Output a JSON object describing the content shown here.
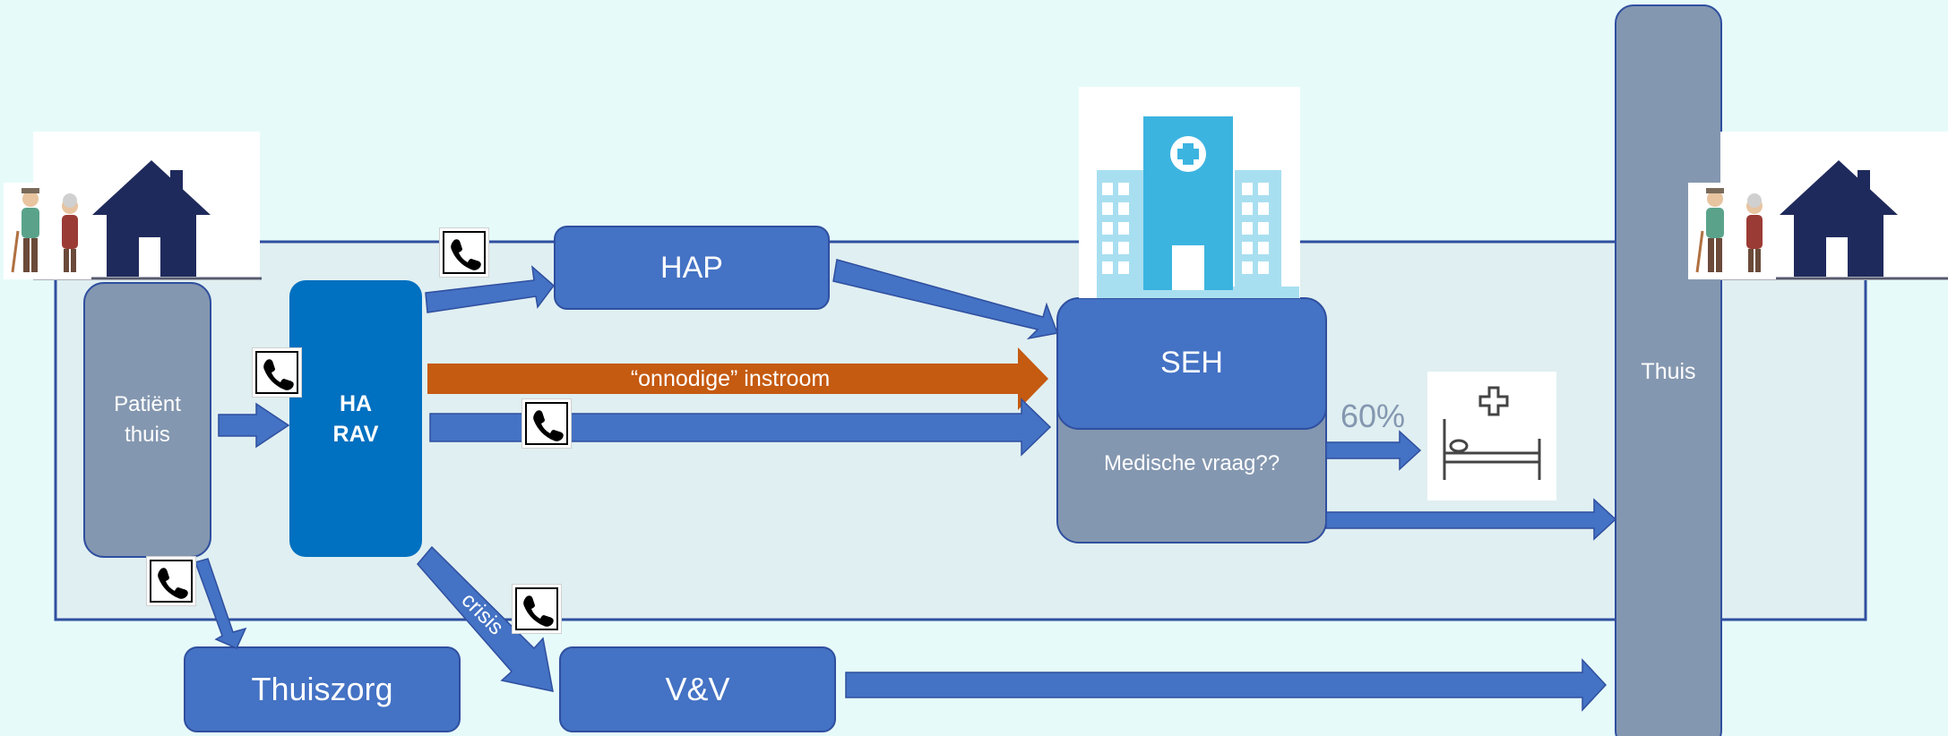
{
  "colors": {
    "background": "#e6fbf9",
    "region_fill": "#e0eff1",
    "region_border": "#2f4f9f",
    "box_blue": "#4472c4",
    "box_dark_blue": "#0070c0",
    "box_gray": "#8497b0",
    "arrow_blue": "#4472c4",
    "arrow_orange": "#c55a11",
    "house_navy": "#1f2a5c",
    "hospital_cyan": "#3cb4e0"
  },
  "nodes": {
    "patient_home": "Patiënt\nthuis",
    "ha_rav": "HA\nRAV",
    "hap": "HAP",
    "seh": "SEH",
    "medische_vraag": "Medische vraag??",
    "thuis": "Thuis",
    "thuiszorg": "Thuiszorg",
    "vv": "V&V"
  },
  "labels": {
    "onnodige_instroom": "“onnodige” instroom",
    "crisis": "crisis",
    "percentage": "60%"
  },
  "icons": [
    "house-with-elderly-icon",
    "hospital-icon",
    "hospital-bed-icon",
    "phone-icon"
  ]
}
